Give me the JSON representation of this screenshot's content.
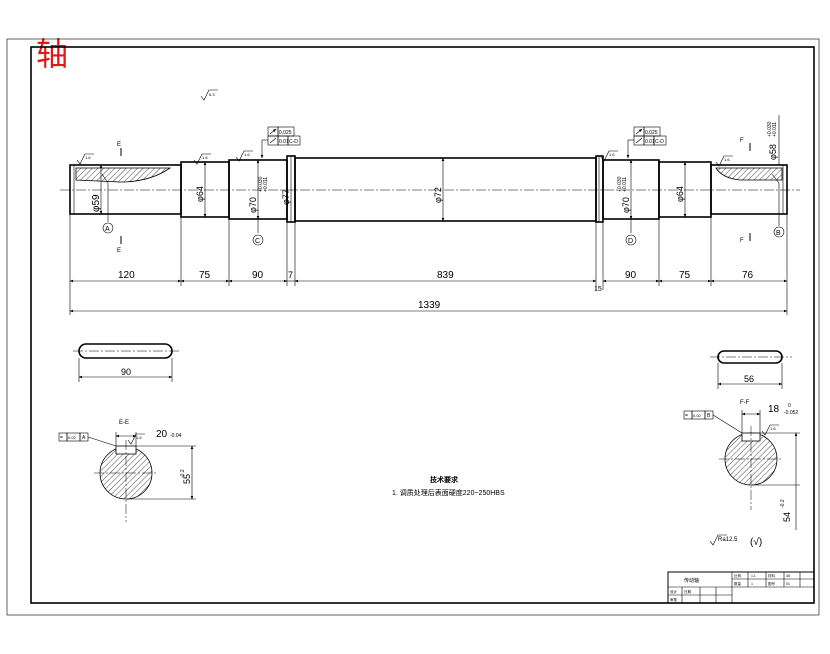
{
  "title": "轴",
  "dimensions": {
    "d_left_journal": "φ59",
    "d_left_step": "φ64",
    "d_bearing_left": "φ70",
    "d_bearing_left_tol_upper": "+0.030",
    "d_bearing_left_tol_lower": "+0.011",
    "d_collar": "φ77",
    "d_main": "φ72",
    "d_bearing_right": "φ70",
    "d_bearing_right_tol_upper": "+0.030",
    "d_bearing_right_tol_lower": "+0.011",
    "d_right_step": "φ64",
    "d_right_journal": "φ58",
    "d_right_journal_tol_upper": "+0.030",
    "d_right_journal_tol_lower": "+0.011",
    "len_1": "120",
    "len_2": "75",
    "len_3": "90",
    "len_4": "7",
    "len_5": "839",
    "len_6": "15",
    "len_7": "90",
    "len_8": "75",
    "len_9": "76",
    "len_total": "1339",
    "keyway_left_len": "90",
    "keyway_right_len": "56"
  },
  "section_labels": {
    "cut_e": "E",
    "cut_f": "F",
    "section_e": "E-E",
    "section_f": "F-F",
    "datum_a": "A",
    "datum_b": "B",
    "datum_c": "C",
    "datum_d": "D"
  },
  "sections": {
    "e_width": "20",
    "e_width_tol": "-0.04",
    "e_depth": "55",
    "e_depth_tol": "-0.2",
    "f_width": "18",
    "f_width_tol_upper": "0",
    "f_width_tol_lower": "-0.052",
    "f_depth": "54",
    "f_depth_tol": "-0.2"
  },
  "tolerance_frames": {
    "left_runout_value": "0.025",
    "left_parallel_value": "0.01",
    "left_datum": "C-D",
    "right_runout_value": "0.025",
    "right_parallel_value": "0.01",
    "right_datum": "C-D",
    "section_e_sym": "0.02",
    "section_e_datum": "A",
    "section_f_sym": "0.02",
    "section_f_datum": "B"
  },
  "surface_marks": {
    "general": "1.6",
    "other": "6.3",
    "default": "Ra12.5",
    "default_paren": "(√)"
  },
  "notes": {
    "heading": "技术要求",
    "line1": "1. 调质处理后表面硬度220~250HBS"
  },
  "title_block": {
    "drawing_name": "传动轴",
    "cells": [
      "比例",
      "1:1",
      "材料",
      "45",
      "数量",
      "1",
      "图号",
      "01",
      "设计",
      "审核",
      "日期"
    ]
  }
}
